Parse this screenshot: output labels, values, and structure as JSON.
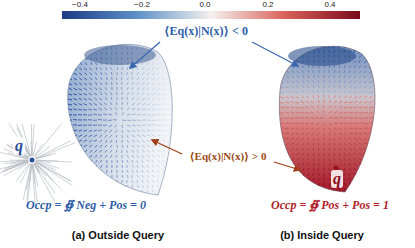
{
  "diagram": {
    "labels": [
      "−0.4",
      "−0.2",
      "0.0",
      "0.2",
      "0.4",
      "⟨Eq(x)|N(x)⟩ < 0",
      "q",
      "⟨Eq(x)|N(x)⟩ > 0",
      "q",
      "Occp = ∯ Neg + Pos = 0",
      "Occp = ∯ Pos + Pos = 1",
      "(a) Outside Query",
      "(b) Inside Query"
    ]
  }
}
